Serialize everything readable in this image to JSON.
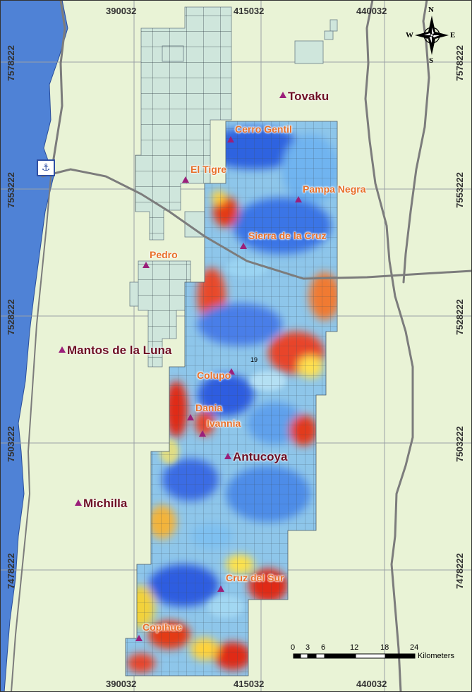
{
  "map": {
    "easting_ticks": [
      "390032",
      "415032",
      "440032"
    ],
    "northing_ticks": [
      "7578222",
      "7553222",
      "7528222",
      "7503222",
      "7478222"
    ],
    "places_small": [
      {
        "name": "Cerro Gentil"
      },
      {
        "name": "El Tigre"
      },
      {
        "name": "Pampa Negra"
      },
      {
        "name": "Sierra de la Cruz"
      },
      {
        "name": "Pedro"
      },
      {
        "name": "Colupo"
      },
      {
        "name": "Dania"
      },
      {
        "name": "Ivannia"
      },
      {
        "name": "Cruz del Sur"
      },
      {
        "name": "Copihue"
      }
    ],
    "places_big": [
      {
        "name": "Tovaku"
      },
      {
        "name": "Mantos de la Luna"
      },
      {
        "name": "Antucoya"
      },
      {
        "name": "Michilla"
      }
    ],
    "claim_number": "19",
    "compass": {
      "n": "N",
      "s": "S",
      "e": "E",
      "w": "W"
    },
    "scale": {
      "labels": [
        "0",
        "3",
        "6",
        "12",
        "18",
        "24"
      ],
      "unit": "Kilometers"
    },
    "port_symbol": "⚓",
    "colors": {
      "land": "#e9f3d6",
      "sea": "#4f82d6",
      "claims": "#cfe6dc",
      "road": "#808080",
      "label_small": "#e8702a",
      "label_big": "#6e0f24",
      "marker": "#9b1f7a"
    }
  }
}
